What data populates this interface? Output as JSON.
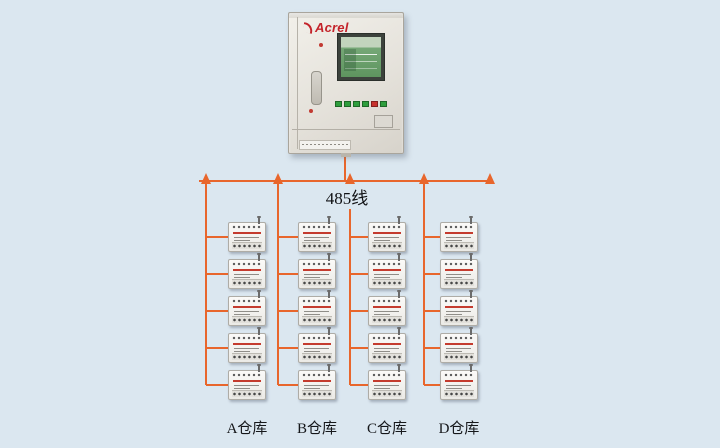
{
  "page": {
    "background": "#dbe7f0"
  },
  "cabinet": {
    "brand": "Acrel",
    "brand_color": "#c4242b",
    "screen_color": "#6fa571",
    "button_colors": [
      "#2f9e3d",
      "#2f9e3d",
      "#2f9e3d",
      "#2f9e3d",
      "#c8322e",
      "#2f9e3d"
    ]
  },
  "bus": {
    "label": "485线",
    "wire_color": "#e8662c"
  },
  "columns": [
    {
      "id": "A",
      "label": "A仓库",
      "device_count": 5
    },
    {
      "id": "B",
      "label": "B仓库",
      "device_count": 5
    },
    {
      "id": "C",
      "label": "C仓库",
      "device_count": 5
    },
    {
      "id": "D",
      "label": "D仓库",
      "device_count": 5
    }
  ]
}
